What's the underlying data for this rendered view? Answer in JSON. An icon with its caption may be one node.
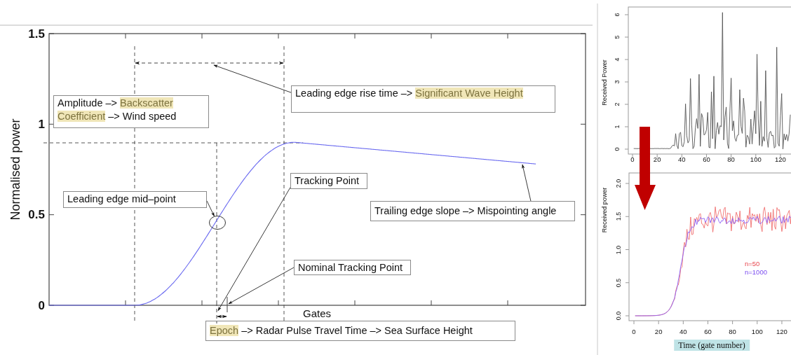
{
  "diagram": {
    "nodes": [
      {
        "text": [
          "Leading edge rise time –> **Significant Wave Height**"
        ]
      },
      {
        "text": [
          "Amplitude –> **Backscatter Coefficient** –> Wind speed"
        ]
      },
      {
        "text": [
          "Leading edge mid–point"
        ]
      },
      {
        "text": [],
        "shape": "circle"
      },
      {
        "text": [
          "Tracking Point"
        ]
      },
      {
        "text": [
          "Trailing edge slope –> Mispointing angle"
        ]
      },
      {
        "text": [
          "Nominal Tracking Point"
        ]
      },
      {
        "text": [
          "**Epoch** –> Radar Pulse Travel Time –> Sea Surface Height"
        ]
      },
      {
        "text": [],
        "shape": "bar"
      },
      {
        "text": [],
        "shape": "bar"
      }
    ],
    "edges": [
      {
        "from": 0,
        "to": null,
        "arrow": "to"
      },
      {
        "from": 2,
        "to": 3,
        "arrow": "to"
      },
      {
        "from": 4,
        "to": 8,
        "arrow": "to"
      },
      {
        "from": 6,
        "to": 9,
        "arrow": "to"
      },
      {
        "from": 5,
        "to": null,
        "arrow": "to"
      }
    ],
    "labels": [
      "1.5",
      "1",
      "0.5",
      "0",
      "Normalised power",
      "Gates",
      "0",
      "1",
      "2",
      "3",
      "4",
      "5",
      "6",
      "Received Power",
      "0",
      "20",
      "40",
      "60",
      "80",
      "100",
      "120",
      "0.0",
      "0.5",
      "1.0",
      "1.5",
      "2.0",
      "Received power",
      "0",
      "20",
      "40",
      "60",
      "80",
      "100",
      "120",
      "n=50",
      "n=1000",
      "Time (gate number)"
    ]
  }
}
